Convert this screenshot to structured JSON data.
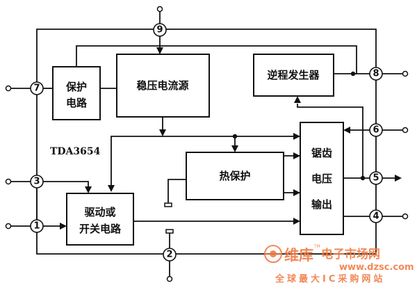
{
  "chip_label": "TDA3654",
  "blocks": {
    "protection": [
      "保护",
      "电路"
    ],
    "regulator": "稳压电流源",
    "flyback": "逆程发生器",
    "thermal": "热保护",
    "sawtooth": [
      "锯齿",
      "电压",
      "输出"
    ],
    "driver": [
      "驱动或",
      "开关电路"
    ]
  },
  "pins": {
    "p1": "1",
    "p2": "2",
    "p3": "3",
    "p4": "4",
    "p5": "5",
    "p6": "6",
    "p7": "7",
    "p8": "8",
    "p9": "9"
  },
  "watermark": {
    "brand_cn": "维库",
    "slogan": "电子市场网",
    "tm": "TM",
    "url": "www.dzsc.com",
    "sub": "全球最大IC采购网站"
  }
}
